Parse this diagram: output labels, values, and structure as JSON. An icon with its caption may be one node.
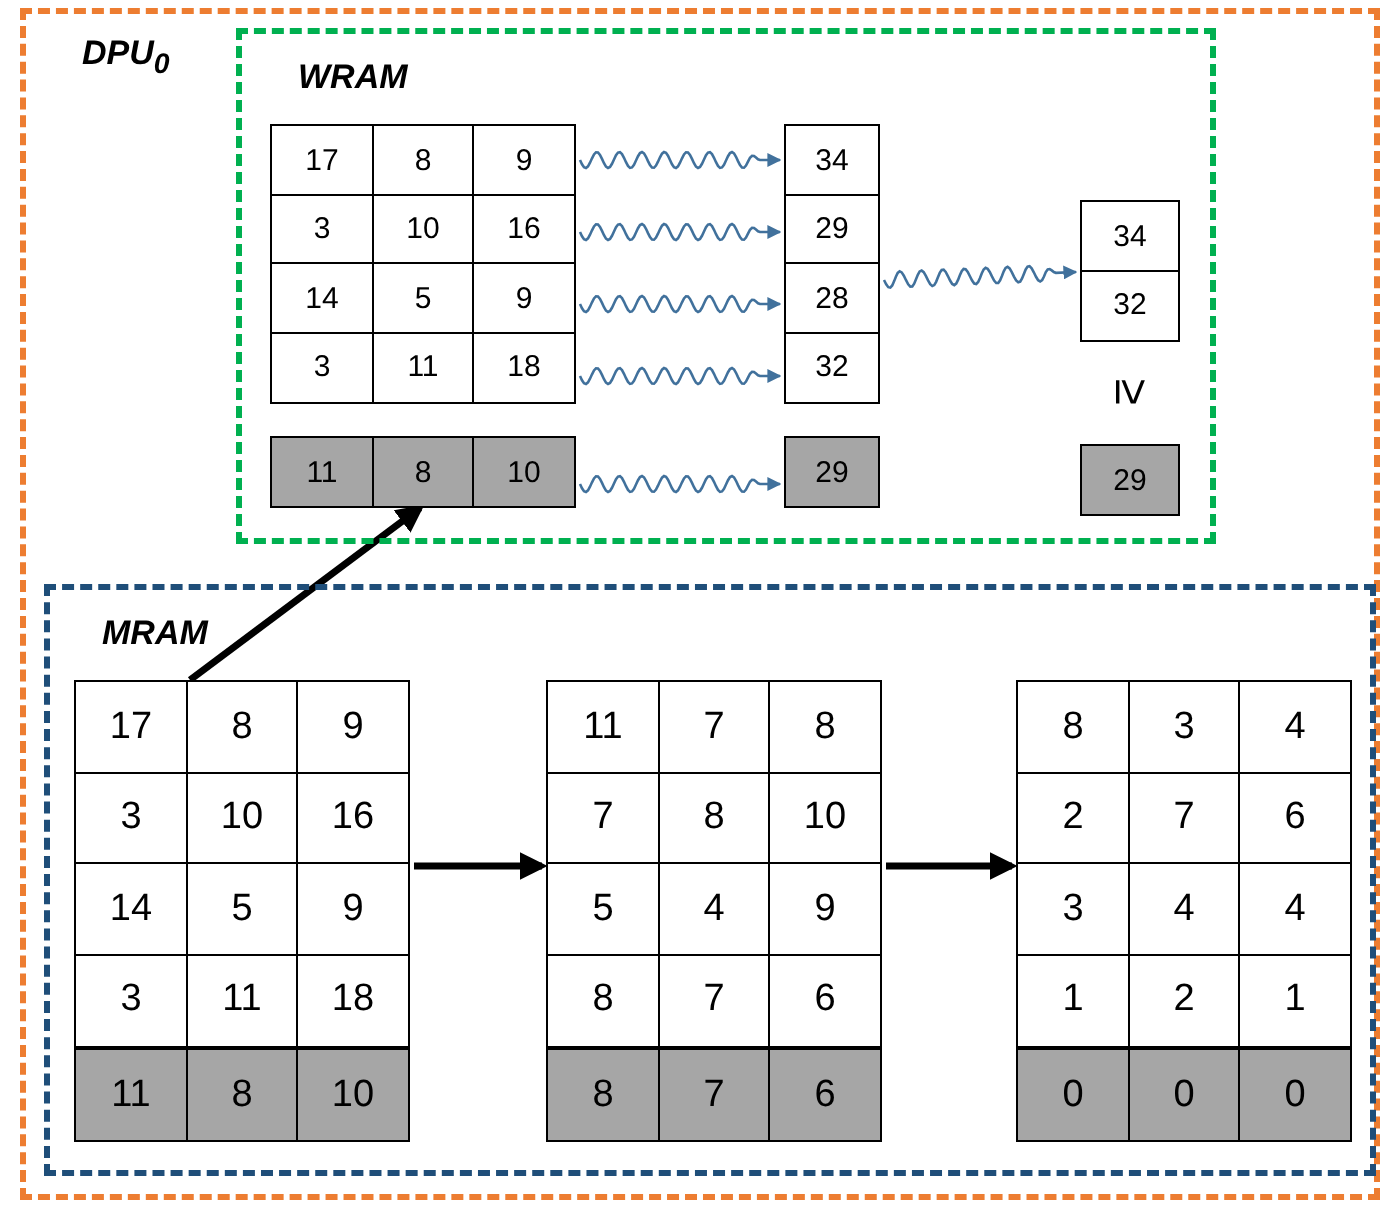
{
  "diagram": {
    "nodes": [
      {
        "text": [
          "DPU$_{0}$"
        ]
      },
      {
        "text": [
          "WRAM"
        ],
        "in": 0
      },
      {
        "text": [
          "17",
          "8",
          "9",
          "3",
          "10",
          "16",
          "14",
          "5",
          "9",
          "3",
          "11",
          "18",
          "11",
          "8",
          "10"
        ],
        "in": 1
      },
      {
        "text": [
          "34",
          "29",
          "28",
          "32",
          "29"
        ],
        "in": 1
      },
      {
        "text": [
          "34",
          "32"
        ],
        "in": 1
      },
      {
        "text": [
          "29"
        ],
        "in": 1
      },
      {
        "text": [
          "MRAM"
        ],
        "in": 0
      },
      {
        "text": [
          "17",
          "8",
          "9",
          "3",
          "10",
          "16",
          "14",
          "5",
          "9",
          "3",
          "11",
          "18",
          "11",
          "8",
          "10"
        ],
        "in": 6
      },
      {
        "text": [
          "11",
          "7",
          "8",
          "7",
          "8",
          "10",
          "5",
          "4",
          "9",
          "8",
          "7",
          "6",
          "8",
          "7",
          "6"
        ],
        "in": 6
      },
      {
        "text": [
          "8",
          "3",
          "4",
          "2",
          "7",
          "6",
          "3",
          "4",
          "4",
          "1",
          "2",
          "1",
          "0",
          "0",
          "0"
        ],
        "in": 6
      }
    ],
    "edges": [
      {
        "from": 2,
        "to": 3,
        "arrow": "to"
      },
      {
        "from": 2,
        "to": 3,
        "arrow": "to"
      },
      {
        "from": 2,
        "to": 3,
        "arrow": "to"
      },
      {
        "from": 2,
        "to": 3,
        "arrow": "to"
      },
      {
        "from": 2,
        "to": 3,
        "arrow": "to"
      },
      {
        "from": 3,
        "to": 4,
        "arrow": "to"
      },
      {
        "from": 7,
        "to": 2,
        "arrow": "to",
        "style": "thick",
        "color": "#000000"
      },
      {
        "from": 7,
        "to": 8,
        "arrow": "to",
        "style": "thick",
        "color": "#000000"
      },
      {
        "from": 8,
        "to": 9,
        "arrow": "to",
        "style": "thick",
        "color": "#000000"
      }
    ],
    "labels": [
      "≥"
    ]
  }
}
